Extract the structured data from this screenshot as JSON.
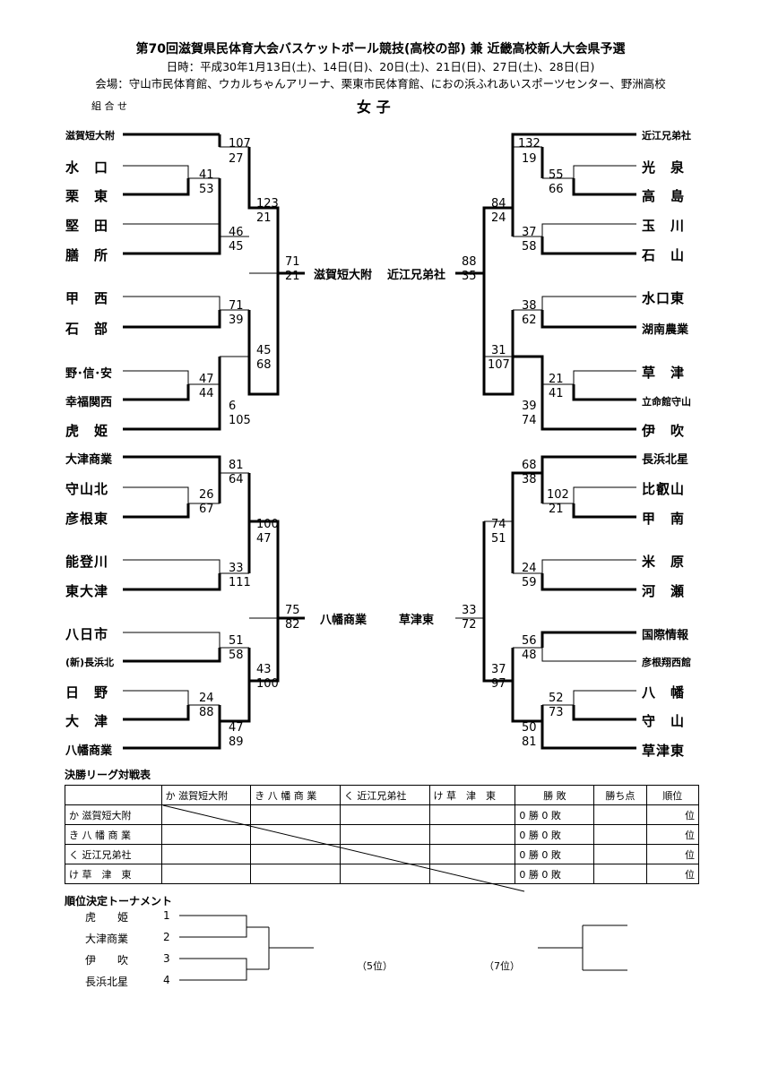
{
  "header": {
    "title": "第70回滋賀県民体育大会バスケットボール競技(高校の部) 兼 近畿高校新人大会県予選",
    "dates": "日時：平成30年1月13日(土)、14日(日)、20日(土)、21日(日)、27日(土)、28日(日)",
    "venue": "会場：守山市民体育館、ウカルちゃんアリーナ、栗東市民体育館、におの浜ふれあいスポーツセンター、野洲高校",
    "kumiawase": "組 合 せ",
    "division": "女 子"
  },
  "left_teams": [
    "滋賀短大附",
    "水　口",
    "栗　東",
    "堅　田",
    "膳　所",
    "甲　西",
    "石　部",
    "野･信･安",
    "幸福関西",
    "虎　姫",
    "大津商業",
    "守山北",
    "彦根東",
    "能登川",
    "東大津",
    "八日市",
    "(新)長浜北",
    "日　野",
    "大　津",
    "八幡商業"
  ],
  "right_teams": [
    "近江兄弟社",
    "光　泉",
    "高　島",
    "玉　川",
    "石　山",
    "水口東",
    "湖南農業",
    "草　津",
    "立命館守山",
    "伊　吹",
    "長浜北星",
    "比叡山",
    "甲　南",
    "米　原",
    "河　瀬",
    "国際情報",
    "彦根翔西館",
    "八　幡",
    "守　山",
    "草津東"
  ],
  "scores": {
    "l1a": "107",
    "l1b": "27",
    "l2a": "41",
    "l2b": "53",
    "l3a": "46",
    "l3b": "45",
    "l4a": "123",
    "l4b": "21",
    "l5a": "71",
    "l5b": "21",
    "l6a": "71",
    "l6b": "39",
    "l7a": "47",
    "l7b": "44",
    "l8a": "6",
    "l8b": "105",
    "l9a": "45",
    "l9b": "68",
    "l10a": "81",
    "l10b": "64",
    "l11a": "26",
    "l11b": "67",
    "l12a": "100",
    "l12b": "47",
    "l13a": "33",
    "l13b": "111",
    "l14a": "51",
    "l14b": "58",
    "l15a": "24",
    "l15b": "88",
    "l16a": "47",
    "l16b": "89",
    "l17a": "43",
    "l17b": "100",
    "l18a": "75",
    "l18b": "82",
    "r1a": "132",
    "r1b": "19",
    "r2a": "55",
    "r2b": "66",
    "r3a": "37",
    "r3b": "58",
    "r4a": "84",
    "r4b": "24",
    "r5a": "88",
    "r5b": "35",
    "r6a": "38",
    "r6b": "62",
    "r7a": "21",
    "r7b": "41",
    "r8a": "39",
    "r8b": "74",
    "r9a": "31",
    "r9b": "107",
    "r10a": "68",
    "r10b": "38",
    "r11a": "102",
    "r11b": "21",
    "r12a": "74",
    "r12b": "51",
    "r13a": "24",
    "r13b": "59",
    "r14a": "56",
    "r14b": "48",
    "r15a": "52",
    "r15b": "73",
    "r16a": "50",
    "r16b": "81",
    "r17a": "37",
    "r17b": "97",
    "r18a": "33",
    "r18b": "72"
  },
  "finalists": {
    "top_left": "滋賀短大附",
    "top_right": "近江兄弟社",
    "bottom_left": "八幡商業",
    "bottom_right": "草津東"
  },
  "league": {
    "title": "決勝リーグ対戦表",
    "headers": [
      "か 滋賀短大附",
      "き 八 幡 商 業",
      "く 近江兄弟社",
      "け 草　津　東",
      "勝 敗",
      "勝ち点",
      "順位"
    ],
    "rows": [
      {
        "label": "か 滋賀短大附",
        "record": "0 勝 0 敗",
        "rank": "位"
      },
      {
        "label": "き 八 幡 商 業",
        "record": "0 勝 0 敗",
        "rank": "位"
      },
      {
        "label": "く 近江兄弟社",
        "record": "0 勝 0 敗",
        "rank": "位"
      },
      {
        "label": "け 草　津　東",
        "record": "0 勝 0 敗",
        "rank": "位"
      }
    ]
  },
  "placement": {
    "title": "順位決定トーナメント",
    "entries": [
      {
        "name": "虎　　姫",
        "seed": "1"
      },
      {
        "name": "大津商業",
        "seed": "2"
      },
      {
        "name": "伊　　吹",
        "seed": "3"
      },
      {
        "name": "長浜北星",
        "seed": "4"
      }
    ],
    "fifth": "（5位）",
    "seventh": "（7位）"
  }
}
